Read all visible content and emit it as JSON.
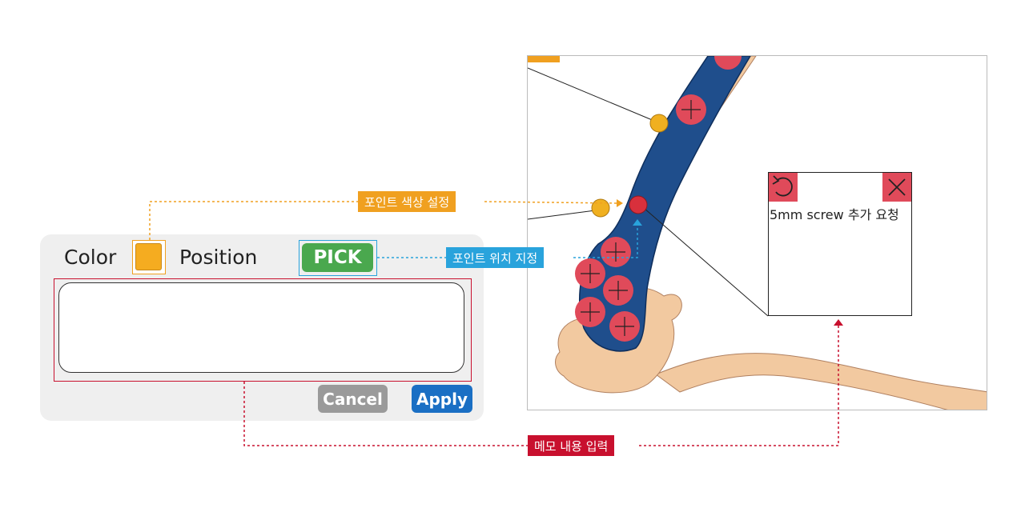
{
  "panel": {
    "color_label": "Color",
    "position_label": "Position",
    "pick_label": "PICK",
    "memo_value": "",
    "cancel_label": "Cancel",
    "apply_label": "Apply",
    "selected_color": "#f5ac20"
  },
  "callouts": {
    "color": "포인트 색상 설정",
    "position": "포인트 위치 지정",
    "memo": "메모 내용 입력"
  },
  "note": {
    "text": "5mm screw 추가 요청"
  },
  "colors": {
    "bone": "#f2c9a0",
    "implant": "#1f4e8c",
    "screw": "#e04a5a",
    "marker_yellow": "#f0b020",
    "callout_orange": "#f0a020",
    "callout_blue": "#29a3dc",
    "callout_red": "#c8102e",
    "pick_green": "#4aa84e",
    "apply_blue": "#1a6fc4",
    "cancel_gray": "#9a9a9a"
  },
  "icons": {
    "undo": "undo-icon",
    "close": "close-icon"
  }
}
